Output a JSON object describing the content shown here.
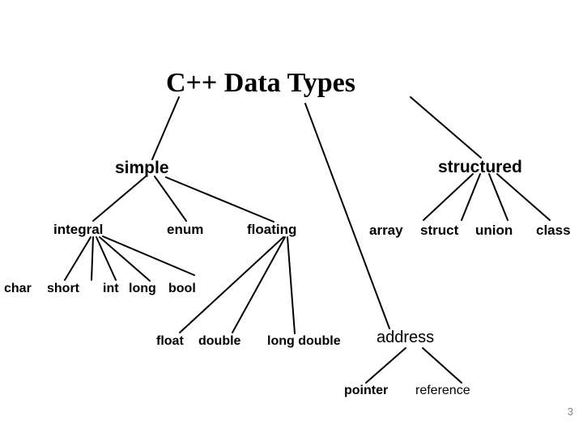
{
  "slide": {
    "title": "C++ Data Types",
    "page_number": "3",
    "background_color": "#ffffff",
    "text_color": "#000000",
    "page_number_color": "#808080",
    "edge_color": "#000000"
  },
  "tree": {
    "root": "C++ Data Types",
    "nodes": {
      "simple": "simple",
      "structured": "structured",
      "integral": "integral",
      "enum": "enum",
      "floating": "floating",
      "array": "array",
      "struct": "struct",
      "union": "union",
      "class": "class",
      "char": "char",
      "short": "short",
      "int": "int",
      "long": "long",
      "bool": "bool",
      "float": "float",
      "double": "double",
      "long_double": "long double",
      "address": "address",
      "pointer": "pointer",
      "reference": "reference"
    },
    "edges": [
      [
        "C++ Data Types",
        "simple"
      ],
      [
        "C++ Data Types",
        "structured"
      ],
      [
        "C++ Data Types",
        "address"
      ],
      [
        "simple",
        "integral"
      ],
      [
        "simple",
        "enum"
      ],
      [
        "simple",
        "floating"
      ],
      [
        "integral",
        "char"
      ],
      [
        "integral",
        "short"
      ],
      [
        "integral",
        "int"
      ],
      [
        "integral",
        "long"
      ],
      [
        "integral",
        "bool"
      ],
      [
        "floating",
        "float"
      ],
      [
        "floating",
        "double"
      ],
      [
        "floating",
        "long double"
      ],
      [
        "structured",
        "array"
      ],
      [
        "structured",
        "struct"
      ],
      [
        "structured",
        "union"
      ],
      [
        "structured",
        "class"
      ],
      [
        "address",
        "pointer"
      ],
      [
        "address",
        "reference"
      ]
    ]
  }
}
